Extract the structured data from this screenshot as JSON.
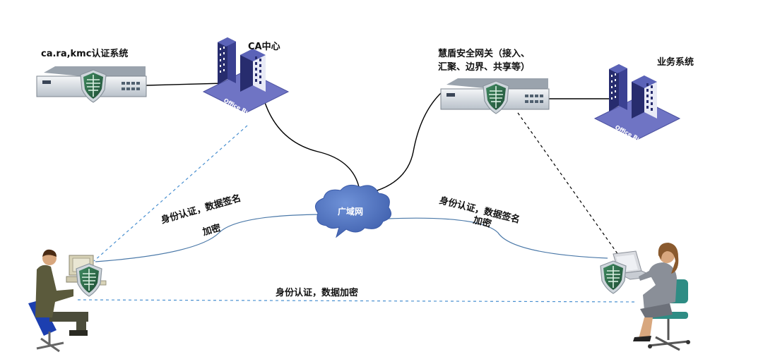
{
  "labels": {
    "auth_system": "ca.ra,kmc认证系统",
    "ca_center": "CA中心",
    "gateway_line1": "慧盾安全网关（接入、",
    "gateway_line2": "汇聚、边界、共享等）",
    "business_system": "业务系统",
    "wan": "广域网",
    "office_building": "Office Building"
  },
  "edge_labels": {
    "left_line1": "身份认证，数据签名",
    "left_line2": "加密",
    "right_line1": "身份认证，数据签名",
    "right_line2": "加密",
    "bottom": "身份认证，数据加密"
  },
  "colors": {
    "device_body": "#d8dde3",
    "device_front": "#eef1f4",
    "shield_green": "#2f6b4a",
    "shield_border": "#bfc7cf",
    "building_top": "#5b63b8",
    "building_side": "#272c6e",
    "building_base": "#6f74c4",
    "dashed_line": "#4a90d0",
    "link_line": "#000000",
    "cloud_fill": "#4f73c0",
    "curve_line": "#4a78a8"
  },
  "icons": [
    "shield-icon",
    "office-building-icon",
    "cloud-icon",
    "person-icon",
    "computer-icon",
    "laptop-icon"
  ]
}
